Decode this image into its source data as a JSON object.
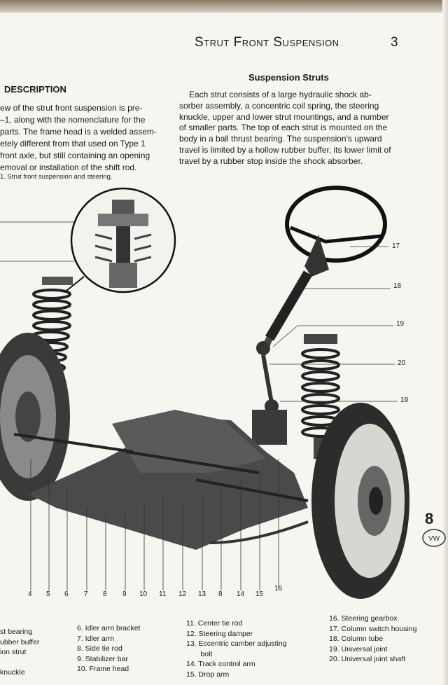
{
  "header": {
    "title": "Strut Front Suspension",
    "page_number": "3"
  },
  "section_title": "Description",
  "left_paragraph": [
    "ew of the strut front suspension is pre-",
    "–1, along with the nomenclature for the",
    "parts. The frame head is a welded assem-",
    "etely different from that used on Type 1",
    " front axle, but still containing an opening",
    "emoval or installation of the shift rod."
  ],
  "right_heading": "Suspension Struts",
  "right_paragraph": [
    "Each strut consists of a large hydraulic shock ab-",
    "sorber assembly, a concentric coil spring, the steering",
    "knuckle, upper and lower strut mountings, and a number",
    "of smaller parts. The top of each strut is mounted on the",
    "body in a ball thrust bearing. The suspension's upward",
    "travel is limited by a hollow rubber buffer, its lower limit of",
    "travel by a rubber stop inside the shock absorber."
  ],
  "figure_caption": "1.  Strut front suspension and steering.",
  "side_callouts": [
    "17",
    "18",
    "19",
    "20",
    "19"
  ],
  "bottom_numbers": [
    "4",
    "5",
    "6",
    "7",
    "8",
    "9",
    "10",
    "11",
    "12",
    "13",
    "8",
    "14",
    "15",
    "16"
  ],
  "legend": {
    "col1": [
      "st bearing",
      "ubber buffer",
      "ion strut",
      "",
      "knuckle"
    ],
    "col2": [
      "6.  Idler arm bracket",
      "7.  Idler arm",
      "8.  Side tie rod",
      "9.  Stabilizer bar",
      "10.  Frame head"
    ],
    "col3": [
      "11.  Center tie rod",
      "12.  Steering damper",
      "13.  Eccentric camber adjusting",
      "       bolt",
      "14.  Track control arm",
      "15.  Drop arm"
    ],
    "col4": [
      "16.  Steering gearbox",
      "17.  Column switch housing",
      "18.  Column tube",
      "19.  Universal joint",
      "20.  Universal joint shaft"
    ]
  },
  "chapter_badge": "8",
  "logo_text": "VW"
}
